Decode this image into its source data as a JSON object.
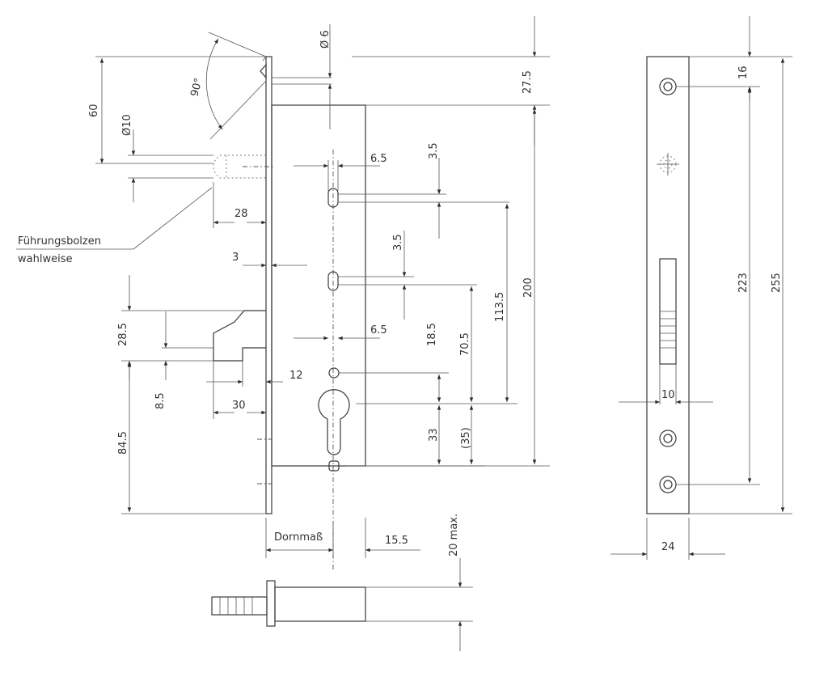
{
  "labels": {
    "guide_pin": "Führungsbolzen",
    "optional": "wahlweise",
    "backset": "Dornmaß"
  },
  "dims": {
    "d6": "Ø 6",
    "d275": "27.5",
    "angle": "90°",
    "d60": "60",
    "d10": "Ø10",
    "d65a": "6.5",
    "d35a": "3.5",
    "d28": "28",
    "d35b": "3.5",
    "d3": "3",
    "d200": "200",
    "d1135": "113.5",
    "d285": "28.5",
    "d65b": "6.5",
    "d185": "18.5",
    "d705": "70.5",
    "d12": "12",
    "d85": "8.5",
    "d30": "30",
    "d33": "33",
    "d35p": "(35)",
    "d845": "84.5",
    "d155": "15.5",
    "d20max": "20 max.",
    "d16": "16",
    "d223": "223",
    "d255": "255",
    "d10side": "10",
    "d24": "24"
  }
}
